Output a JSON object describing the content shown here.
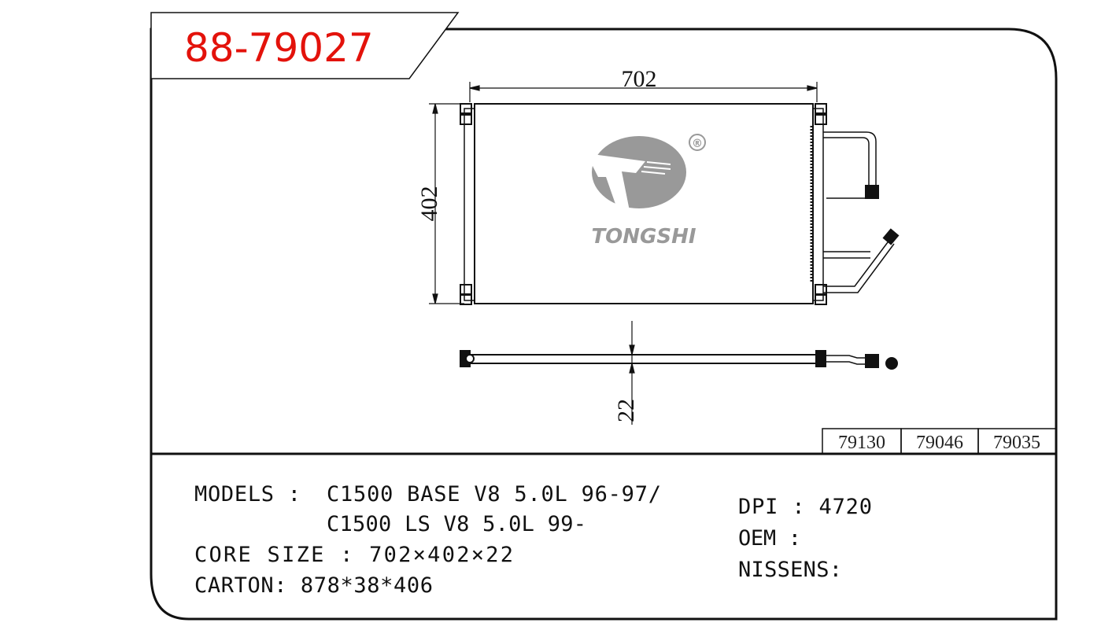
{
  "title": {
    "part_number": "88-79027",
    "color": "#e3120b"
  },
  "drawing": {
    "width_dim": "702",
    "height_dim": "402",
    "thickness_dim": "22",
    "logo": {
      "brand": "TONGSHI",
      "registered": "®",
      "color": "#999999"
    }
  },
  "ref_numbers": [
    "79130",
    "79046",
    "79035"
  ],
  "specs": {
    "models_label": "MODELS :",
    "models_line1": "C1500 BASE V8 5.0L 96-97/",
    "models_line2": "C1500 LS V8 5.0L 99-",
    "core_size": "CORE SIZE : 702×402×22",
    "carton": "CARTON: 878*38*406",
    "dpi": "DPI : 4720",
    "oem": "OEM :",
    "nissens": "NISSENS:"
  }
}
